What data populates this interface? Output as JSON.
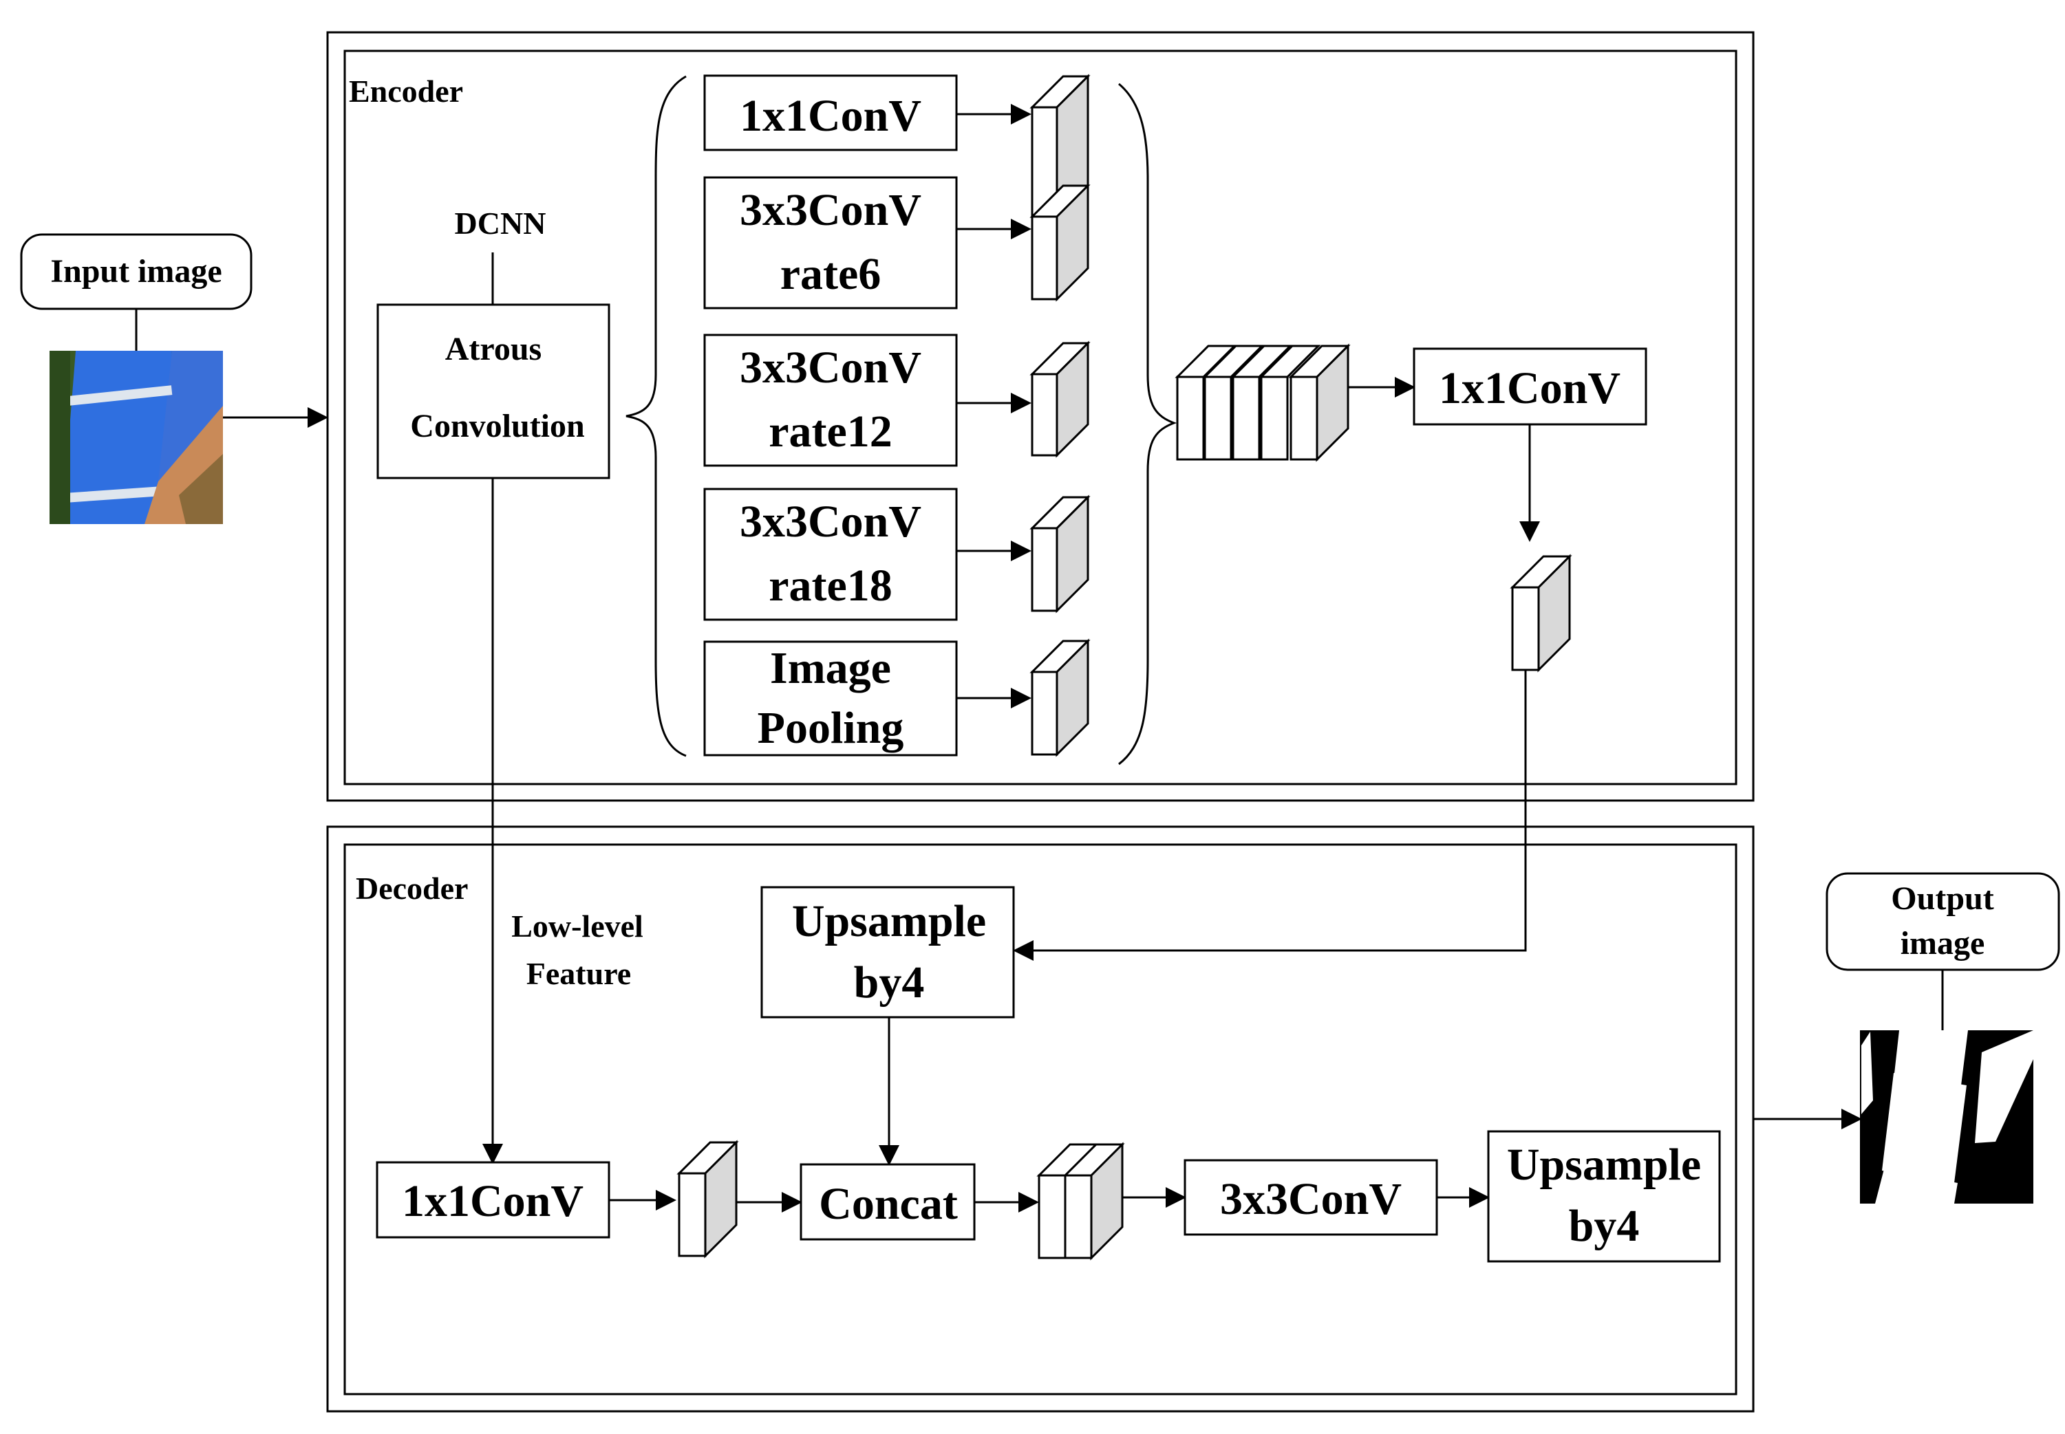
{
  "colors": {
    "ink": "#000000",
    "paper": "#ffffff",
    "block_side": "#d9d9d9",
    "input_blue": "#2f6fe0",
    "input_green": "#3a5a24"
  },
  "icons": {
    "input_image": "satellite-roof-photo",
    "output_image": "binary-segmentation-mask",
    "feature_block": "3d-feature-map-block"
  },
  "input": {
    "label": "Input image"
  },
  "output": {
    "label_line1": "Output",
    "label_line2": "image"
  },
  "encoder": {
    "title": "Encoder",
    "dcnn_label": "DCNN",
    "atrous_line1": "Atrous",
    "atrous_line2": "Convolution",
    "aspp": [
      {
        "line1": "1x1ConV",
        "line2": ""
      },
      {
        "line1": "3x3ConV",
        "line2": "rate6"
      },
      {
        "line1": "3x3ConV",
        "line2": "rate12"
      },
      {
        "line1": "3x3ConV",
        "line2": "rate18"
      },
      {
        "line1": "Image",
        "line2": "Pooling"
      }
    ],
    "post_concat_conv": "1x1ConV"
  },
  "decoder": {
    "title": "Decoder",
    "low_level_line1": "Low-level",
    "low_level_line2": "Feature",
    "upsample1_line1": "Upsample",
    "upsample1_line2": "by4",
    "low_conv": "1x1ConV",
    "concat": "Concat",
    "conv3": "3x3ConV",
    "upsample2_line1": "Upsample",
    "upsample2_line2": "by4"
  }
}
